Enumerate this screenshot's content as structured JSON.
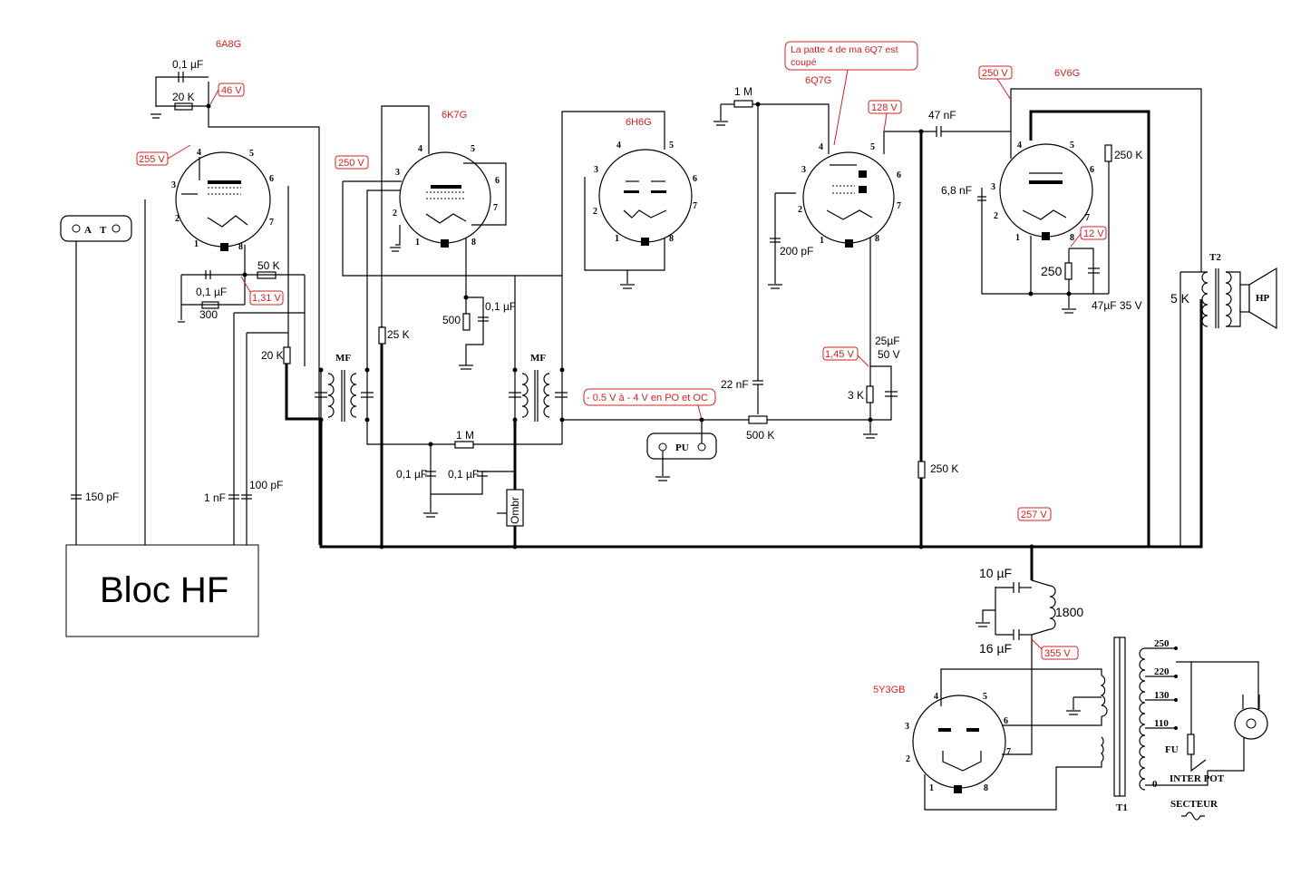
{
  "tubes": {
    "v1": "6A8G",
    "v2": "6K7G",
    "v3": "6H6G",
    "v4": "6Q7G",
    "v5": "6V6G",
    "rect": "5Y3GB"
  },
  "pins": [
    "1",
    "2",
    "3",
    "4",
    "5",
    "6",
    "7",
    "8"
  ],
  "voltages": {
    "v_46": "46 V",
    "v_255": "255 V",
    "v_250_left": "250 V",
    "v_131": "1,31 V",
    "v_128": "128 V",
    "v_250_right": "250 V",
    "v_12": "12 V",
    "v_145": "1,45 V",
    "v_257": "257 V",
    "v_355": "355 V",
    "agc": "- 0.5 V à - 4 V en PO et OC"
  },
  "note": "La patte 4 de ma 6Q7 est coupé",
  "components": {
    "c_01a": "0,1 µF",
    "r_20k_a": "20 K",
    "c_01b": "0,1 µF",
    "r_50k": "50 K",
    "r_300": "300",
    "r_20k_b": "20 K",
    "r_25k": "25 K",
    "r_500": "500",
    "c_01c": "0,1 µF",
    "r_1m_a": "1 M",
    "c_01d": "0,1 µF",
    "c_01e": "0,1 µF",
    "r_1m_b": "1 M",
    "c_200p": "200 pF",
    "c_22n": "22 nF",
    "pot_500k": "500 K",
    "r_3k": "3 K",
    "c_25u": "25µF",
    "c_25u_v": "50 V",
    "c_47n": "47 nF",
    "r_250k_a": "250 K",
    "c_68n": "6,8 nF",
    "r_250": "250",
    "c_47u": "47µF 35 V",
    "r_250k_b": "250 K",
    "z_5k": "5 K",
    "c_150p": "150 pF",
    "c_1n": "1 nF",
    "c_100p": "100 pF",
    "c_10u": "10 µF",
    "c_16u": "16 µF",
    "l_1800": "1800"
  },
  "labels": {
    "ant": "A",
    "earth": "T",
    "mf1": "MF",
    "mf2": "MF",
    "pu": "PU",
    "ombr": "Ombr",
    "t2": "T2",
    "hp": "HP",
    "t1": "T1",
    "bloc_hf": "Bloc HF",
    "fu": "FU",
    "inter_pot": "INTER POT",
    "secteur": "SECTEUR",
    "tap_250": "250",
    "tap_220": "220",
    "tap_130": "130",
    "tap_110": "110",
    "tap_0": "0"
  },
  "colors": {
    "annotation": "#d42020",
    "ink": "#000000"
  }
}
